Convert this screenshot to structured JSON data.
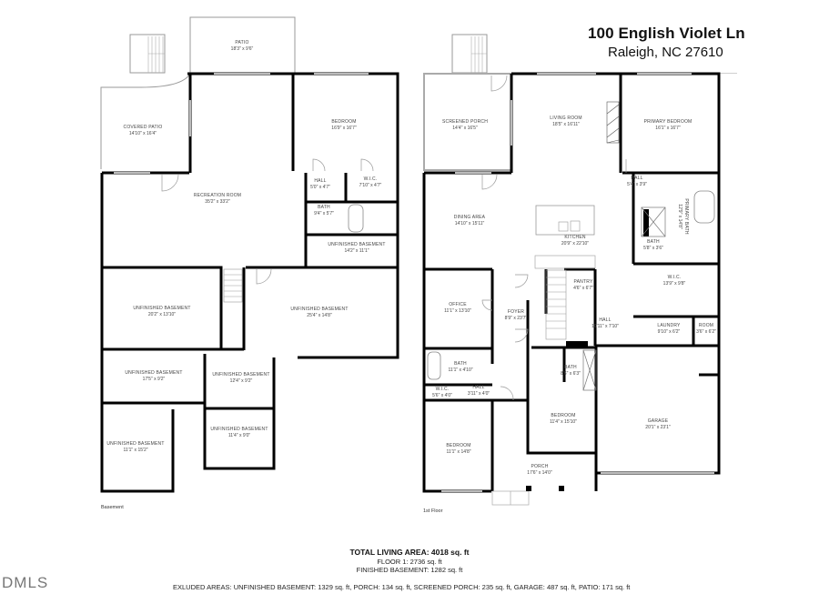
{
  "header": {
    "address": "100 English Violet Ln",
    "city_state_zip": "Raleigh, NC 27610"
  },
  "basement": {
    "floor_label": "Basement",
    "rooms": [
      {
        "name": "PATIO",
        "dims": "18'3\" x 9'6\""
      },
      {
        "name": "COVERED PATIO",
        "dims": "14'10\" x 16'4\""
      },
      {
        "name": "BEDROOM",
        "dims": "16'9\" x 16'7\""
      },
      {
        "name": "HALL",
        "dims": "5'0\" x 4'7\""
      },
      {
        "name": "W.I.C.",
        "dims": "7'10\" x 4'7\""
      },
      {
        "name": "RECREATION ROOM",
        "dims": "35'2\" x 33'2\""
      },
      {
        "name": "BATH",
        "dims": "9'4\" x 5'7\""
      },
      {
        "name": "UNFINISHED BASEMENT",
        "dims": "14'2\" x 11'1\""
      },
      {
        "name": "UNFINISHED BASEMENT",
        "dims": "20'2\" x 13'10\""
      },
      {
        "name": "UNFINISHED BASEMENT",
        "dims": "25'4\" x 14'8\""
      },
      {
        "name": "UNFINISHED BASEMENT",
        "dims": "17'5\" x 9'2\""
      },
      {
        "name": "UNFINISHED BASEMENT",
        "dims": "12'4\" x 9'2\""
      },
      {
        "name": "UNFINISHED BASEMENT",
        "dims": "11'4\" x 9'0\""
      },
      {
        "name": "UNFINISHED BASEMENT",
        "dims": "11'1\" x 15'2\""
      }
    ]
  },
  "first_floor": {
    "floor_label": "1st Floor",
    "rooms": [
      {
        "name": "SCREENED PORCH",
        "dims": "14'4\" x 16'5\""
      },
      {
        "name": "LIVING ROOM",
        "dims": "18'5\" x 16'11\""
      },
      {
        "name": "PRIMARY BEDROOM",
        "dims": "16'1\" x 16'7\""
      },
      {
        "name": "HALL",
        "dims": "5'4\" x 3'9\""
      },
      {
        "name": "PRIMARY BATH",
        "dims": "12'9\" x 14'8\""
      },
      {
        "name": "DINING AREA",
        "dims": "14'10\" x 15'11\""
      },
      {
        "name": "KITCHEN",
        "dims": "20'9\" x 22'10\""
      },
      {
        "name": "BATH",
        "dims": "5'8\" x 3'6\""
      },
      {
        "name": "W.I.C.",
        "dims": "13'9\" x 9'8\""
      },
      {
        "name": "PANTRY",
        "dims": "4'6\" x 6'7\""
      },
      {
        "name": "OFFICE",
        "dims": "11'1\" x 13'10\""
      },
      {
        "name": "FOYER",
        "dims": "8'9\" x 23'7\""
      },
      {
        "name": "HALL",
        "dims": "10'11\" x 7'10\""
      },
      {
        "name": "LAUNDRY",
        "dims": "9'10\" x 6'2\""
      },
      {
        "name": "ROOM",
        "dims": "3'6\" x 6'2\""
      },
      {
        "name": "BATH",
        "dims": "11'1\" x 4'10\""
      },
      {
        "name": "BATH",
        "dims": "8'6\" x 6'3\""
      },
      {
        "name": "W.I.C.",
        "dims": "5'6\" x 4'0\""
      },
      {
        "name": "HALL",
        "dims": "3'11\" x 4'0\""
      },
      {
        "name": "BEDROOM",
        "dims": "11'4\" x 15'10\""
      },
      {
        "name": "GARAGE",
        "dims": "20'1\" x 23'1\""
      },
      {
        "name": "BEDROOM",
        "dims": "11'1\" x 14'8\""
      },
      {
        "name": "PORCH",
        "dims": "17'6\" x 14'0\""
      }
    ]
  },
  "summary": {
    "total": "TOTAL LIVING AREA: 4018 sq. ft",
    "floor1": "FLOOR 1: 2736 sq. ft",
    "finished_basement": "FINISHED BASEMENT: 1282 sq. ft",
    "excluded": "EXLUDED AREAS: UNFINISHED BASEMENT: 1329 sq. ft, PORCH: 134 sq. ft, SCREENED PORCH: 235 sq. ft, GARAGE: 487  sq. ft, PATIO: 171 sq. ft"
  },
  "logo": {
    "text": "DMLS"
  },
  "colors": {
    "wall": "#000000",
    "light_wall": "#9a9a9a",
    "label": "#444444"
  }
}
